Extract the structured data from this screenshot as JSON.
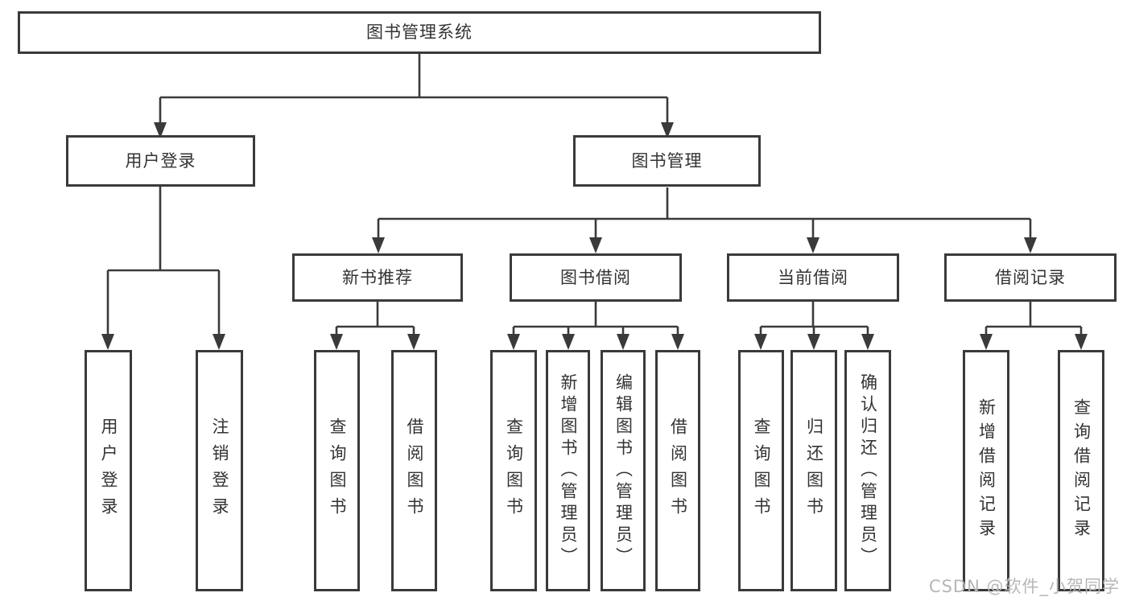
{
  "colors": {
    "line": "#3a3a3a",
    "box_fill": "#ffffff",
    "text": "#333333",
    "watermark": "#b6b6b6",
    "background": "#ffffff"
  },
  "watermark": "CSDN @软件_小贺同学",
  "tree": {
    "root": {
      "label": "图书管理系统"
    },
    "children": [
      {
        "label": "用户登录",
        "children": [
          {
            "label": "用户登录"
          },
          {
            "label": "注销登录"
          }
        ]
      },
      {
        "label": "图书管理",
        "children": [
          {
            "label": "新书推荐",
            "children": [
              {
                "label": "查询图书"
              },
              {
                "label": "借阅图书"
              }
            ]
          },
          {
            "label": "图书借阅",
            "children": [
              {
                "label": "查询图书"
              },
              {
                "label": "新增图书（管理员）"
              },
              {
                "label": "编辑图书（管理员）"
              },
              {
                "label": "借阅图书"
              }
            ]
          },
          {
            "label": "当前借阅",
            "children": [
              {
                "label": "查询图书"
              },
              {
                "label": "归还图书"
              },
              {
                "label": "确认归还（管理员）"
              }
            ]
          },
          {
            "label": "借阅记录",
            "children": [
              {
                "label": "新增借阅记录"
              },
              {
                "label": "查询借阅记录"
              }
            ]
          }
        ]
      }
    ]
  }
}
